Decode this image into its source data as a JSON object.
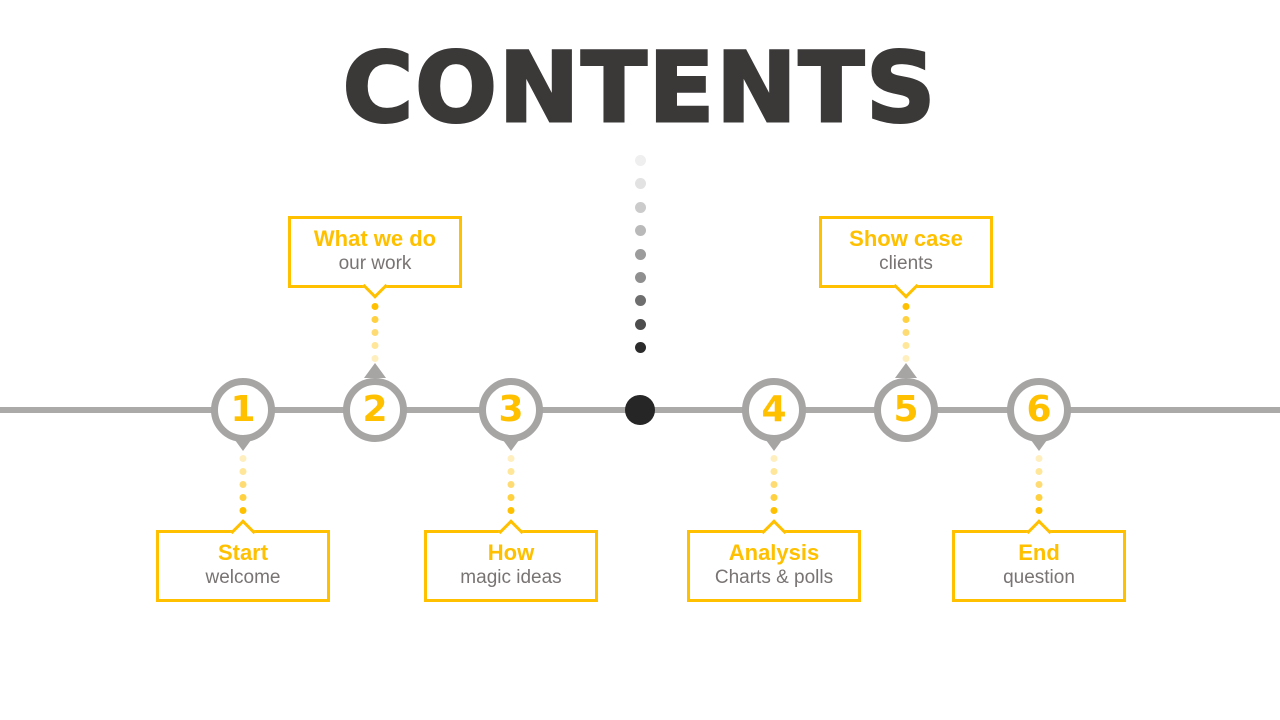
{
  "title": "CONTENTS",
  "colors": {
    "accent_gold": "#FFC000",
    "timeline_gray": "#ACA9A9",
    "circle_border_gray": "#A7A4A4",
    "subtitle_gray": "#787473",
    "title_text": "#3B3838",
    "center_dot_black": "#262626",
    "background": "#FFFFFF"
  },
  "milestones": [
    {
      "number": "1",
      "label": "Start",
      "sublabel": "welcome",
      "callout_position": "below"
    },
    {
      "number": "2",
      "label": "What we do",
      "sublabel": "our work",
      "callout_position": "above"
    },
    {
      "number": "3",
      "label": "How",
      "sublabel": "magic ideas",
      "callout_position": "below"
    },
    {
      "number": "4",
      "label": "Analysis",
      "sublabel": "Charts & polls",
      "callout_position": "below"
    },
    {
      "number": "5",
      "label": "Show case",
      "sublabel": "clients",
      "callout_position": "above"
    },
    {
      "number": "6",
      "label": "End",
      "sublabel": "question",
      "callout_position": "below"
    }
  ]
}
